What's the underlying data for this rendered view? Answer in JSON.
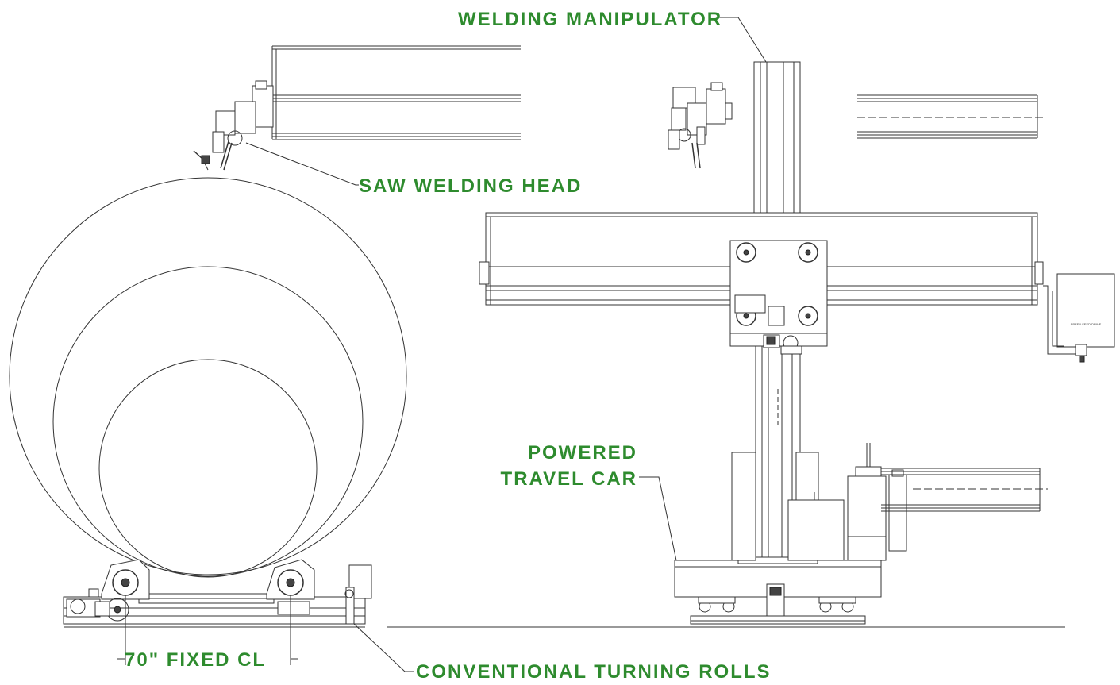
{
  "labels": {
    "welding_manipulator": "WELDING MANIPULATOR",
    "saw_welding_head": "SAW WELDING HEAD",
    "powered": "POWERED",
    "travel_car": "TRAVEL CAR",
    "fixed_cl": "70\" FIXED CL",
    "conventional_turning_rolls": "CONVENTIONAL TURNING ROLLS",
    "drive_box_text": "SPEED FEED DRIVE"
  },
  "colors": {
    "label_green": "#2e8b2e",
    "line": "#333333"
  }
}
